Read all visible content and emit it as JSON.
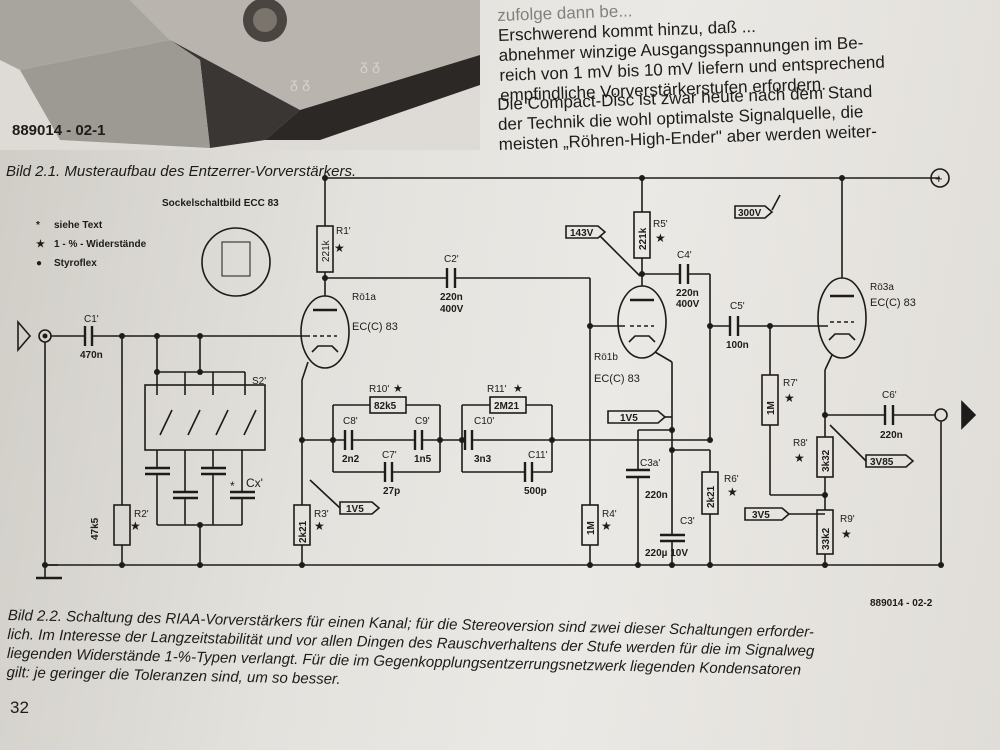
{
  "photo_caption": {
    "ref": "889014 - 02-1",
    "caption": "Bild 2.1. Musteraufbau des Entzerrer-Vorverstärkers."
  },
  "text_right": {
    "paragraph1": [
      "zufolge dann be...",
      "Erschwerend kommt hinzu, daß ...",
      "abnehmer winzige Ausgangsspannungen im Be-",
      "reich von 1 mV bis 10 mV liefern und entsprechend",
      "empfindliche Vorverstärkerstufen erfordern."
    ],
    "paragraph2": [
      "Die Compact-Disc ist zwar heute nach dem Stand",
      "der Technik die wohl optimalste Signalquelle, die",
      "meisten „Röhren-High-Ender\" aber werden weiter-"
    ]
  },
  "schematic": {
    "legend": [
      {
        "symbol": "*",
        "text": "siehe Text"
      },
      {
        "symbol": "★",
        "text": "1 - % - Widerstände"
      },
      {
        "symbol": "●",
        "text": "Styroflex"
      }
    ],
    "socket_title": "Sockelschaltbild  ECC 83",
    "labels": {
      "R1": "R1'",
      "R1v": "221k",
      "R2": "R2'",
      "R2v": "47k5",
      "R3": "R3'",
      "R3v": "2k21",
      "R4": "R4'",
      "R4v": "1M",
      "R5": "R5'",
      "R5v": "221k",
      "R6": "R6'",
      "R6v": "2k21",
      "R7": "R7'",
      "R7v": "1M",
      "R8": "R8'",
      "R8v": "3k32",
      "R9": "R9'",
      "R9v": "33k2",
      "R10": "R10'",
      "R10v": "82k5",
      "R11": "R11'",
      "R11v": "2M21",
      "C1": "C1'",
      "C1v": "470n",
      "C2": "C2'",
      "C2v1": "220n",
      "C2v2": "400V",
      "C3": "C3'",
      "C3v": "220µ 10V",
      "C3a": "C3a'",
      "C3av": "220n",
      "C4": "C4'",
      "C4v1": "220n",
      "C4v2": "400V",
      "C5": "C5'",
      "C5v": "100n",
      "C6": "C6'",
      "C6v": "220n",
      "C7": "C7'",
      "C7v": "27p",
      "C8": "C8'",
      "C8v": "2n2",
      "C9": "C9'",
      "C9v": "1n5",
      "C10": "C10'",
      "C10v": "3n3",
      "C11": "C11'",
      "C11v": "500p",
      "Cx": "Cx'",
      "S2": "S2'",
      "tube1": "Rö1a",
      "tube1t": "EC(C) 83",
      "tube2": "Rö1b",
      "tube2t": "EC(C) 83",
      "tube3": "Rö3a",
      "tube3t": "EC(C) 83",
      "v143": "143V",
      "v300": "300V",
      "v1v5a": "1V5",
      "v1v5b": "1V5",
      "v3v5": "3V5",
      "v3v85": "3V85",
      "plus": "+"
    }
  },
  "figure2": {
    "ref": "889014 - 02-2",
    "caption_lines": [
      "Bild 2.2. Schaltung des RIAA-Vorverstärkers für einen Kanal; für die Stereoversion sind zwei dieser Schaltungen erforder-",
      "lich. Im Interesse der Langzeitstabilität und vor allen Dingen des Rauschverhaltens der Stufe werden für die im Signalweg",
      "liegenden Widerstände 1-%-Typen verlangt. Für die im Gegenkopplungsentzerrungsnetzwerk liegenden Kondensatoren",
      "gilt: je geringer die Toleranzen sind, um so besser."
    ]
  },
  "page_number": "32",
  "colors": {
    "paper": "#e6e4df",
    "ink": "#1e1c1a",
    "photo_dark": "#2b2826"
  }
}
